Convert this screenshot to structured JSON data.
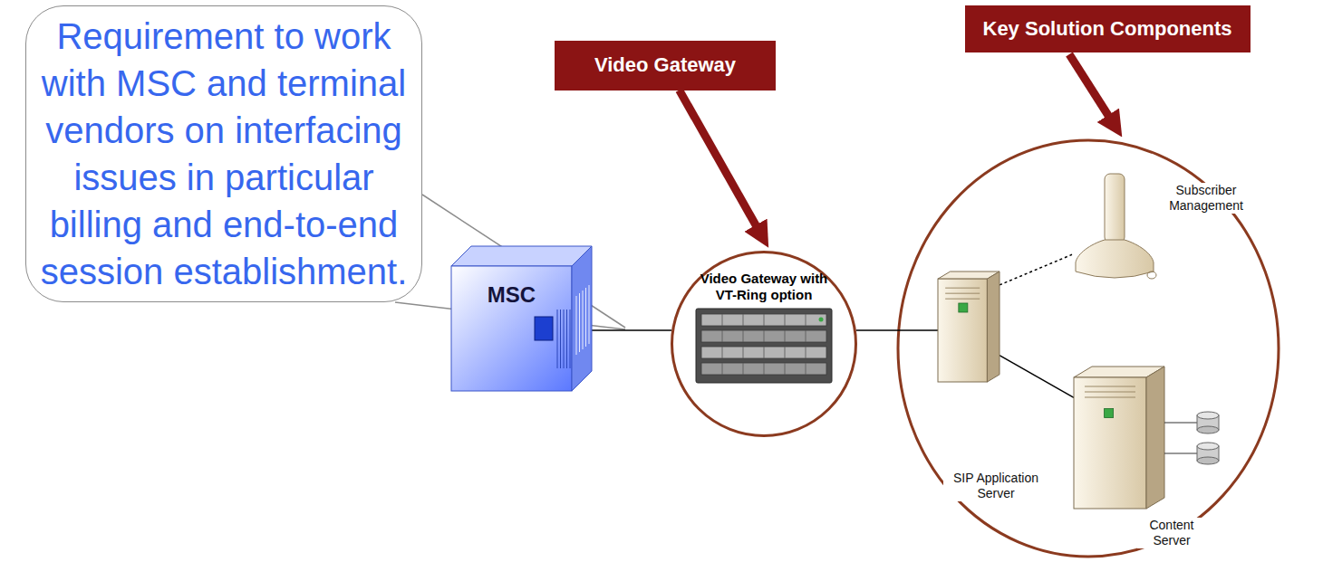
{
  "diagram": {
    "nodes": [
      {
        "text": [
          "Requirement to work with MSC and terminal vendors on interfacing issues in particular billing and end-to-end session establishment."
        ]
      },
      {
        "text": [
          "Video Gateway"
        ]
      },
      {
        "text": [
          "Key Solution Components"
        ]
      },
      {
        "text": [
          "MSC"
        ]
      },
      {
        "text": [
          "Video Gateway with VT-Ring option"
        ]
      },
      {
        "text": [
          "SIP Application Server"
        ]
      },
      {
        "text": [
          "Subscriber Management"
        ]
      },
      {
        "text": [
          "Content Server"
        ]
      }
    ],
    "edges": [
      {
        "from": 1,
        "to": 4,
        "arrow": "to"
      },
      {
        "from": 3,
        "to": 4,
        "arrow": "none"
      },
      {
        "from": 4,
        "to": 5,
        "arrow": "none"
      },
      {
        "from": 5,
        "to": 6,
        "arrow": "none"
      },
      {
        "from": 5,
        "to": 7,
        "arrow": "none"
      }
    ]
  }
}
